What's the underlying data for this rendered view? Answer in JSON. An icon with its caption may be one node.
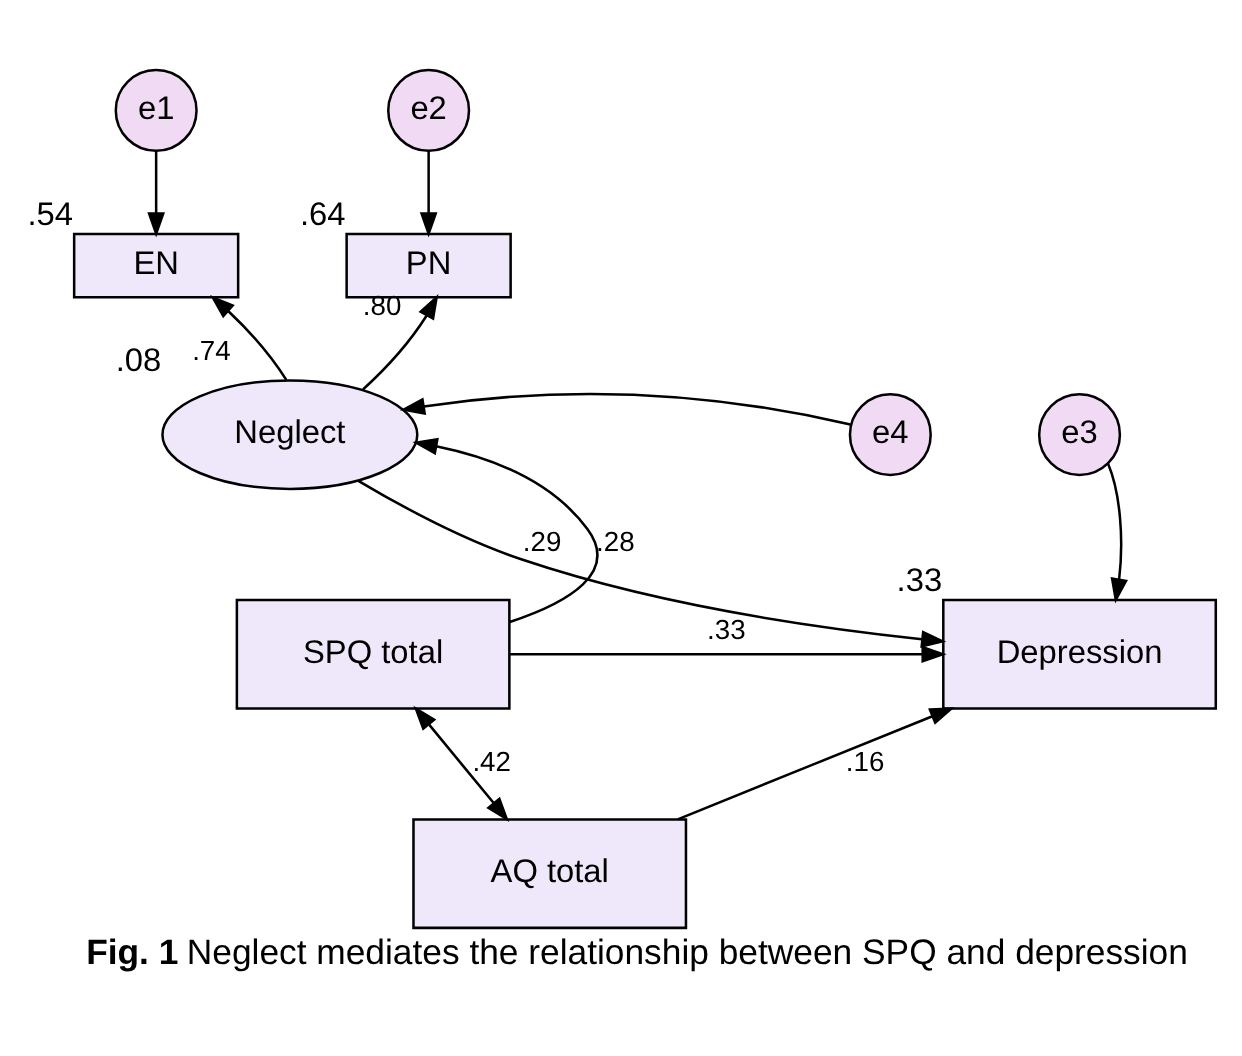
{
  "diagram": {
    "caption": "**Fig. 1** Neglect mediates the relationship between SPQ and depression",
    "nodes": [
      {
        "text": [
          "e1"
        ]
      },
      {
        "text": [
          "e2"
        ]
      },
      {
        "text": [
          "EN"
        ],
        "beside": [
          ".54"
        ]
      },
      {
        "text": [
          "PN"
        ],
        "beside": [
          ".64"
        ]
      },
      {
        "text": [
          "Neglect"
        ],
        "beside": [
          ".08"
        ]
      },
      {
        "text": [
          "e4"
        ]
      },
      {
        "text": [
          "e3"
        ]
      },
      {
        "text": [
          "SPQ total"
        ]
      },
      {
        "text": [
          "Depression"
        ],
        "beside": [
          ".33"
        ]
      },
      {
        "text": [
          "AQ total"
        ]
      }
    ],
    "edges": [
      {
        "from": 0,
        "to": 2,
        "arrow": "to"
      },
      {
        "from": 1,
        "to": 3,
        "arrow": "to"
      },
      {
        "from": 4,
        "to": 2,
        "arrow": "to",
        "label": ".74"
      },
      {
        "from": 4,
        "to": 3,
        "arrow": "to",
        "label": ".80"
      },
      {
        "from": 5,
        "to": 4,
        "arrow": "to"
      },
      {
        "from": 7,
        "to": 4,
        "arrow": "to",
        "label": ".28"
      },
      {
        "from": 4,
        "to": 8,
        "arrow": "to",
        "label": ".29"
      },
      {
        "from": 6,
        "to": 8,
        "arrow": "to"
      },
      {
        "from": 7,
        "to": 8,
        "arrow": "to",
        "label": ".33"
      },
      {
        "from": 9,
        "to": 8,
        "arrow": "to",
        "label": ".16"
      },
      {
        "from": 7,
        "to": 9,
        "arrow": "both",
        "label": ".42"
      }
    ]
  }
}
